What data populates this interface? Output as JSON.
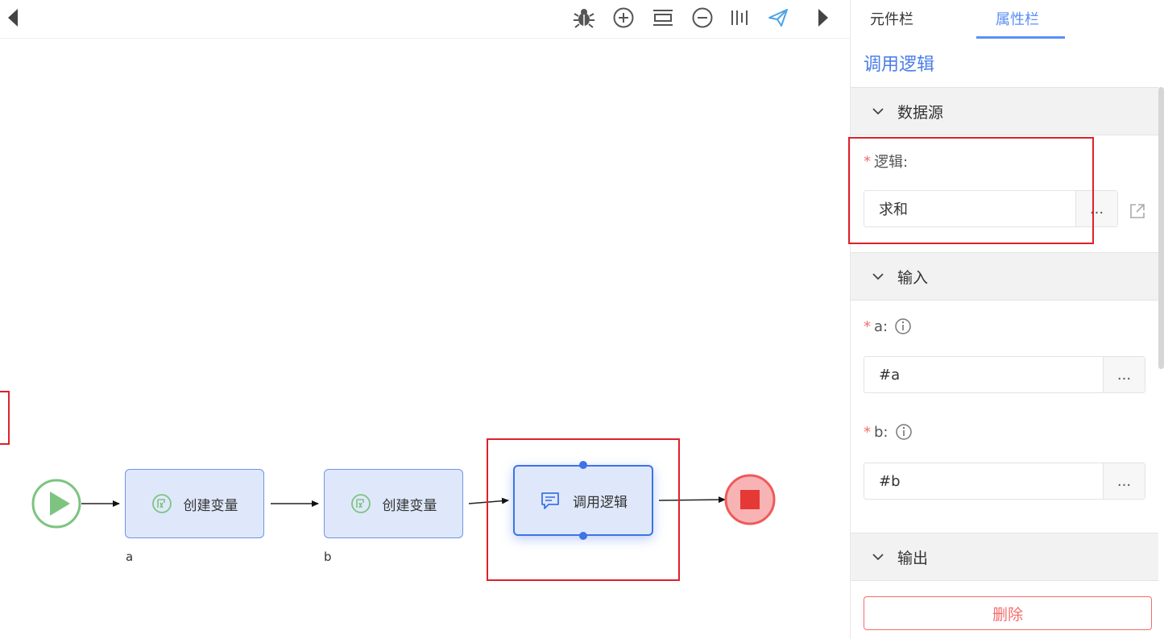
{
  "toolbar": {
    "buttons": [
      {
        "name": "collapse-left-button",
        "icon": "triangle-left-icon"
      },
      {
        "name": "debug-button",
        "icon": "bug-icon"
      },
      {
        "name": "zoom-in-button",
        "icon": "zoom-in-icon"
      },
      {
        "name": "fit-button",
        "icon": "fit-icon"
      },
      {
        "name": "zoom-out-button",
        "icon": "zoom-out-icon"
      },
      {
        "name": "align-button",
        "icon": "align-icon"
      },
      {
        "name": "publish-button",
        "icon": "send-icon"
      },
      {
        "name": "collapse-right-button",
        "icon": "triangle-right-icon"
      }
    ]
  },
  "flow": {
    "nodes": [
      {
        "label": "创建变量",
        "caption": "a"
      },
      {
        "label": "创建变量",
        "caption": "b"
      },
      {
        "label": "调用逻辑",
        "caption": ""
      }
    ]
  },
  "panel": {
    "tabs": [
      {
        "label": "元件栏",
        "active": false
      },
      {
        "label": "属性栏",
        "active": true
      }
    ],
    "title": "调用逻辑",
    "sections": {
      "datasource": "数据源",
      "input": "输入",
      "output": "输出"
    },
    "fields": {
      "logic": {
        "label": "逻辑:",
        "value": "求和",
        "more": "..."
      },
      "a": {
        "label": "a:",
        "value": "#a",
        "more": "..."
      },
      "b": {
        "label": "b:",
        "value": "#b",
        "more": "..."
      }
    },
    "required_mark": "*",
    "delete_label": "删除"
  },
  "colors": {
    "accent": "#5b8ff5",
    "node_fill": "#dfe8fb",
    "node_border": "#6f95e4",
    "start": "#7cc47f",
    "end": "#ee5a5a",
    "highlight": "#e0202a",
    "danger": "#f56c6c"
  }
}
